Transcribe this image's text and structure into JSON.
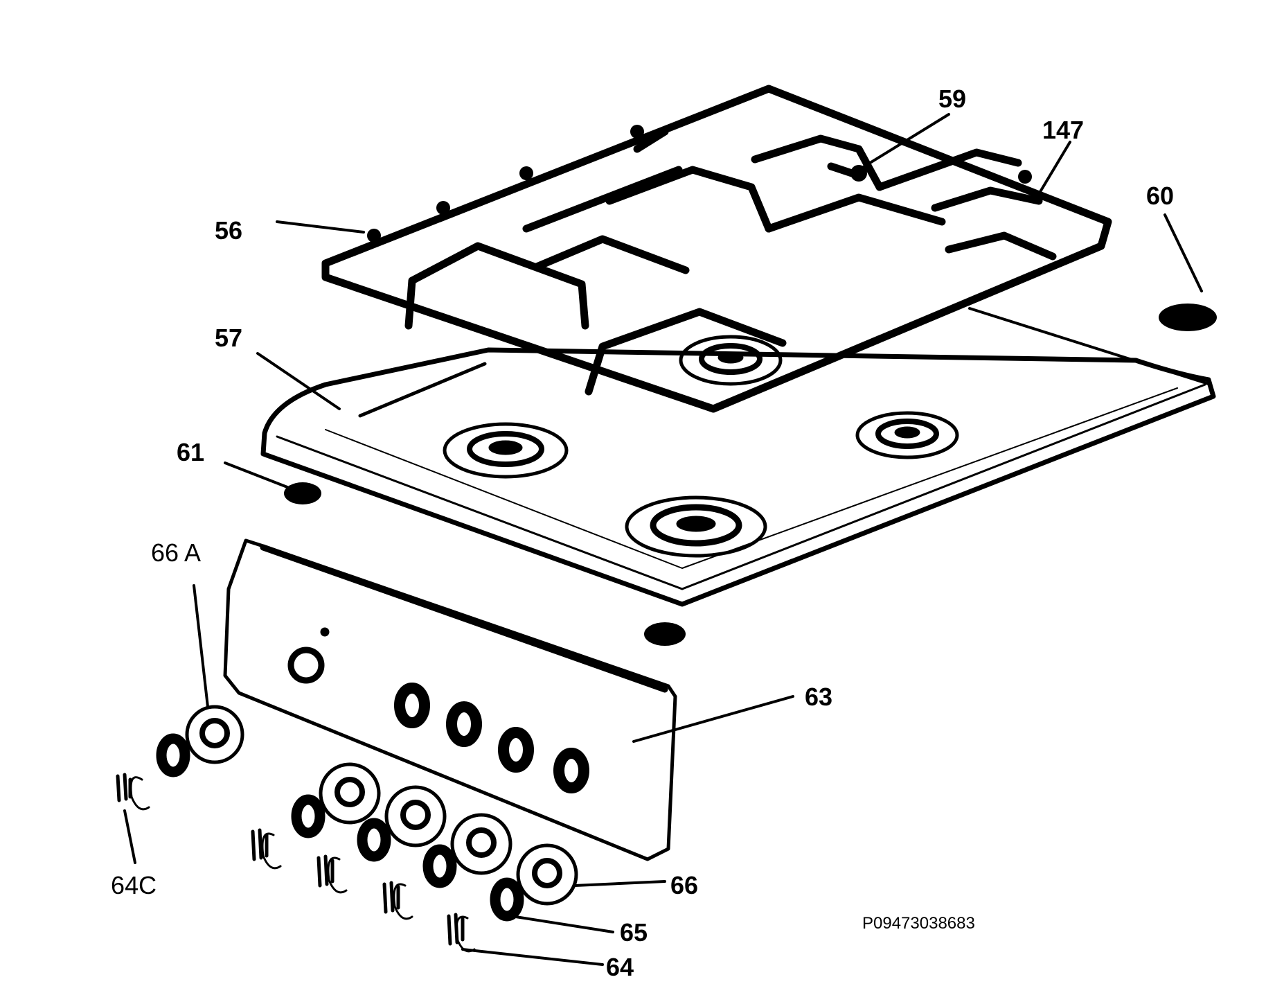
{
  "labels": {
    "l56": "56",
    "l57": "57",
    "l59": "59",
    "l147": "147",
    "l60": "60",
    "l61": "61",
    "l66a": "66 A",
    "l63": "63",
    "l64c": "64C",
    "l66": "66",
    "l65": "65",
    "l64": "64"
  },
  "reference_code": "P09473038683",
  "colors": {
    "ink": "#000000",
    "paper": "#ffffff"
  }
}
